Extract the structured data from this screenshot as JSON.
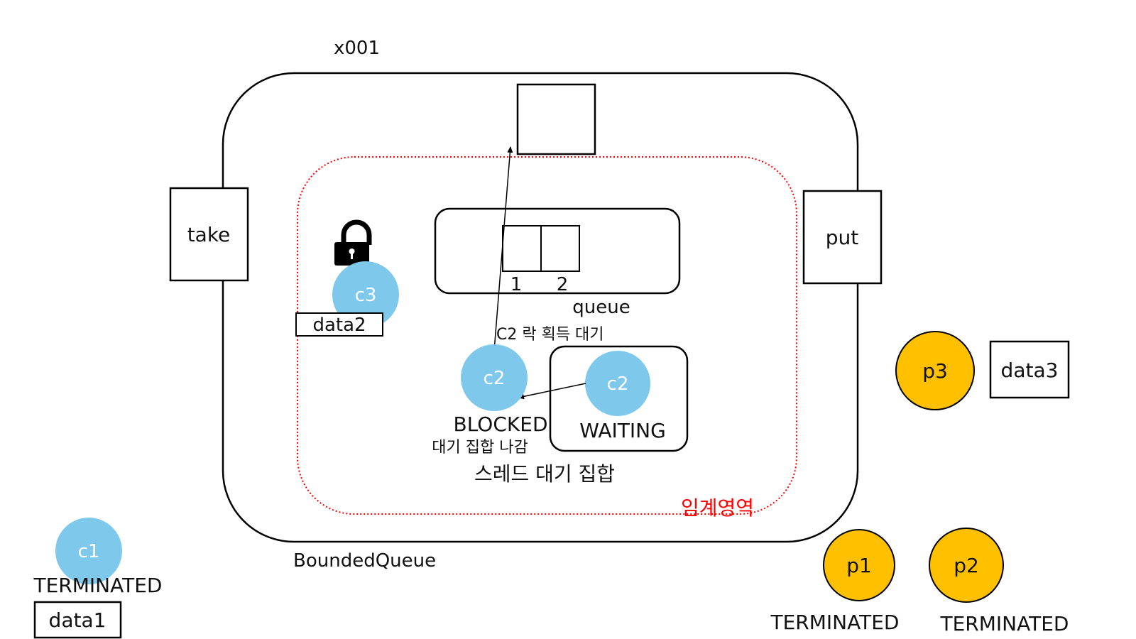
{
  "labels": {
    "object_ref": "x001",
    "bounded_queue": "BoundedQueue",
    "take_method": "take",
    "put_method": "put",
    "queue": "queue",
    "queue_slot_1": "1",
    "queue_slot_2": "2",
    "critical_section": "임계영역",
    "wait_set": "스레드 대기 집합",
    "lock_acquire_wait": "C2 락 획득 대기",
    "leaves_wait_set": "대기 집합 나감"
  },
  "threads": {
    "c1": {
      "name": "c1",
      "state": "TERMINATED",
      "data": "data1"
    },
    "c2_blocked": {
      "name": "c2",
      "state": "BLOCKED"
    },
    "c2_waiting": {
      "name": "c2",
      "state": "WAITING"
    },
    "c3": {
      "name": "c3",
      "data": "data2"
    },
    "p1": {
      "name": "p1",
      "state": "TERMINATED"
    },
    "p2": {
      "name": "p2",
      "state": "TERMINATED"
    },
    "p3": {
      "name": "p3",
      "data": "data3"
    }
  },
  "colors": {
    "consumer_fill": "#7ec8ec",
    "producer_fill": "#ffc000",
    "critical_border": "#ff0000",
    "lock_icon": "#000000"
  },
  "icons": {
    "lock": "padlock-icon"
  }
}
